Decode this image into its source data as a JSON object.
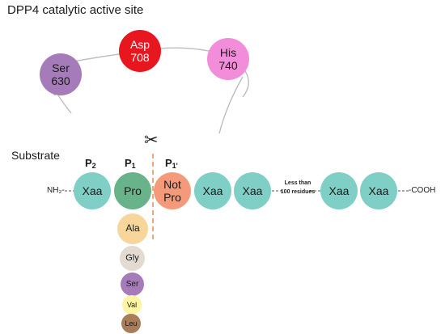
{
  "title": "DPP4  catalytic active site",
  "substrate_label": "Substrate",
  "active_site": {
    "ser": {
      "name": "Ser",
      "num": "630",
      "color": "#a57bb9"
    },
    "asp": {
      "name": "Asp",
      "num": "708",
      "color": "#e8161f"
    },
    "his": {
      "name": "His",
      "num": "740",
      "color": "#f28ed9"
    }
  },
  "positions": {
    "p2": {
      "main": "P",
      "sub": "2"
    },
    "p1": {
      "main": "P",
      "sub": "1"
    },
    "p1prime": {
      "main": "P",
      "sub": "1'"
    }
  },
  "chain": {
    "n_term": "NH₂-",
    "c_term": "-COOH",
    "residues": {
      "xaa1": "Xaa",
      "pro": "Pro",
      "not_pro_line1": "Not",
      "not_pro_line2": "Pro",
      "xaa2": "Xaa",
      "xaa3": "Xaa",
      "xaa4": "Xaa",
      "xaa5": "Xaa"
    },
    "gap_label_line1": "Less than",
    "gap_label_line2": "100 residues"
  },
  "alternatives": [
    "Ala",
    "Gly",
    "Ser",
    "Val",
    "Leu"
  ],
  "colors": {
    "teal": "#7fcfc6",
    "pro_green": "#69b38b",
    "not_pro": "#f49a7a",
    "ala": "#f7d59b",
    "gly": "#e3dbd1",
    "ser_small": "#a57bb9",
    "val": "#fdf5a2",
    "leu": "#a97d59",
    "cleavage_line": "#f0a779"
  },
  "icons": {
    "scissors": "✂"
  }
}
